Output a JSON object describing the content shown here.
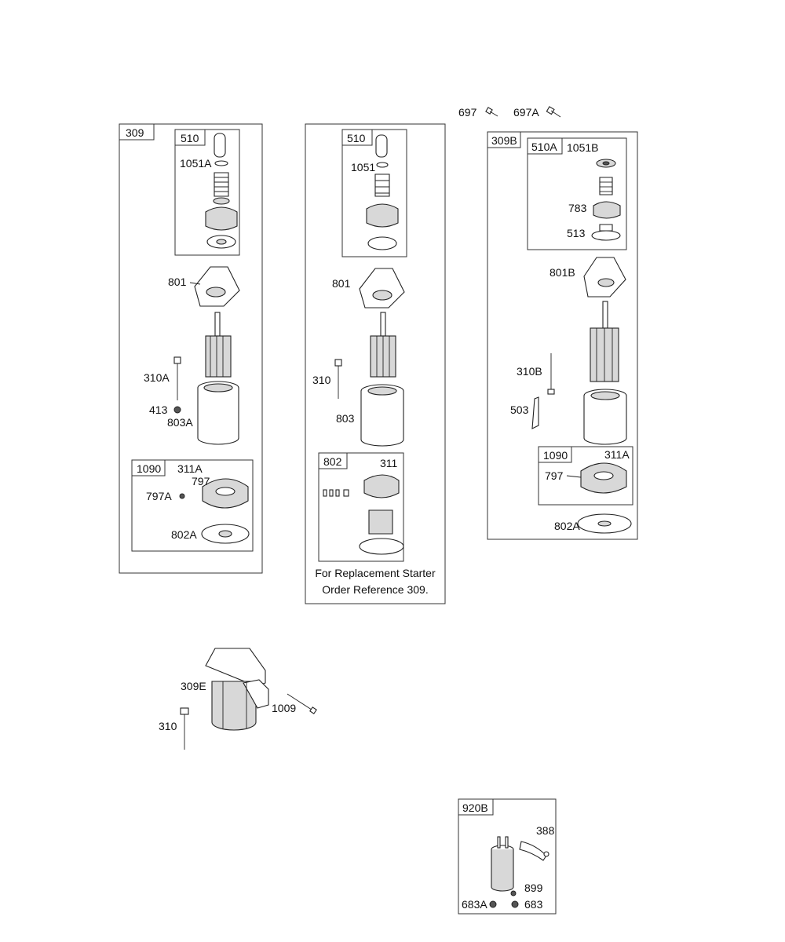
{
  "top_hardware": {
    "label_697": "697",
    "label_697A": "697A"
  },
  "group_309": {
    "title": "309",
    "sub_510": "510",
    "label_1051A": "1051A",
    "label_801": "801",
    "label_310A": "310A",
    "label_413": "413",
    "label_803A": "803A",
    "sub_1090": "1090",
    "label_311A": "311A",
    "label_797": "797",
    "label_797A": "797A",
    "label_802A": "802A"
  },
  "group_mid": {
    "sub_510": "510",
    "label_1051": "1051",
    "label_801": "801",
    "label_310": "310",
    "label_803": "803",
    "sub_802": "802",
    "label_311": "311",
    "note_line1": "For Replacement Starter",
    "note_line2": "Order Reference 309."
  },
  "group_309B": {
    "title": "309B",
    "sub_510A": "510A",
    "label_1051B": "1051B",
    "label_783": "783",
    "label_513": "513",
    "label_801B": "801B",
    "label_310B": "310B",
    "label_503": "503",
    "sub_1090": "1090",
    "label_311A": "311A",
    "label_797": "797",
    "label_802A": "802A"
  },
  "assembled_starter": {
    "label_309E": "309E",
    "label_1009": "1009",
    "label_310": "310"
  },
  "solenoid_920B": {
    "title": "920B",
    "label_388": "388",
    "label_899": "899",
    "label_683A": "683A",
    "label_683": "683"
  }
}
